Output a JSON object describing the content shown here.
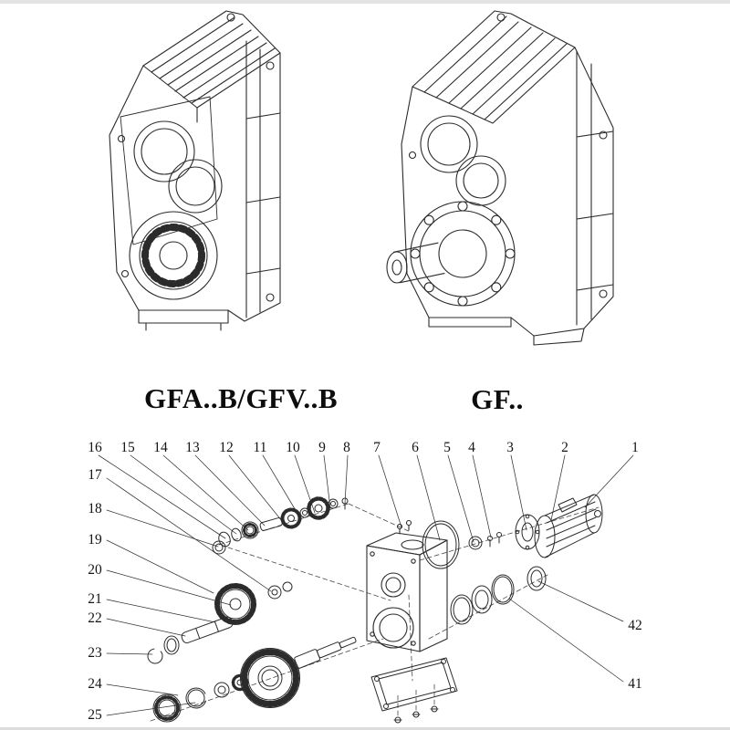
{
  "page": {
    "background": "#ffffff",
    "line_color": "#2b2b2b",
    "text_color": "#111111"
  },
  "models": {
    "left": {
      "label": "GFA..B/GFV..B"
    },
    "right": {
      "label": "GF.."
    }
  },
  "exploded": {
    "top_numbers": [
      "16",
      "15",
      "14",
      "13",
      "12",
      "11",
      "10",
      "9",
      "8",
      "7",
      "6",
      "5",
      "4",
      "3",
      "2",
      "1"
    ],
    "left_numbers": [
      "17",
      "18",
      "19",
      "20",
      "21",
      "22",
      "23",
      "24",
      "25"
    ],
    "right_numbers": [
      "42",
      "41"
    ]
  }
}
